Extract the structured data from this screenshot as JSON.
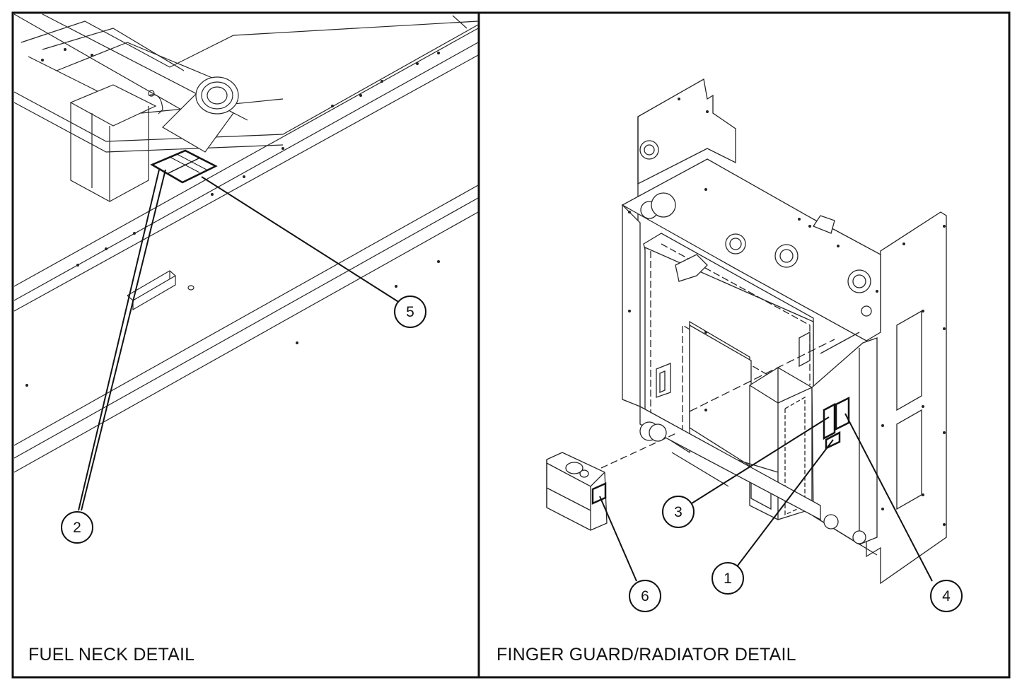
{
  "panels": {
    "left": {
      "title": "FUEL NECK DETAIL"
    },
    "right": {
      "title": "FINGER GUARD/RADIATOR DETAIL"
    }
  },
  "callouts": [
    {
      "id": "c5",
      "label": "5"
    },
    {
      "id": "c2",
      "label": "2"
    },
    {
      "id": "c3",
      "label": "3"
    },
    {
      "id": "c1",
      "label": "1"
    },
    {
      "id": "c6",
      "label": "6"
    },
    {
      "id": "c4",
      "label": "4"
    }
  ],
  "colors": {
    "ink": "#111111",
    "paper": "#ffffff",
    "shade": "#e6e6e6"
  }
}
